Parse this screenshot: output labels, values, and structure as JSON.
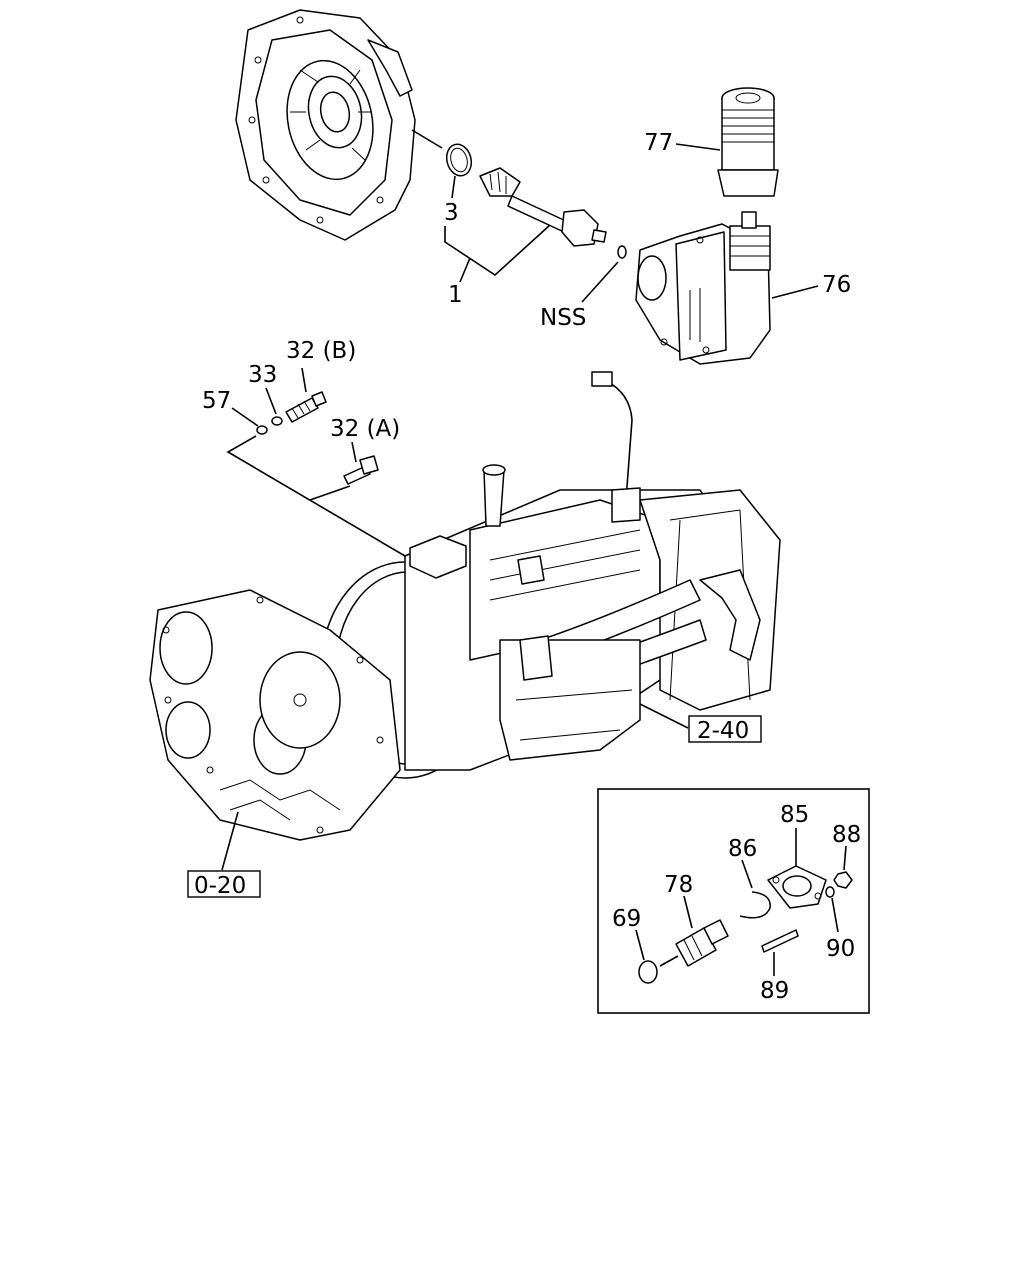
{
  "diagram": {
    "callouts": {
      "c77": "77",
      "c3": "3",
      "c1": "1",
      "cNSS": "NSS",
      "c76": "76",
      "c32b": "32 (B)",
      "c33": "33",
      "c57": "57",
      "c32a": "32 (A)",
      "c85": "85",
      "c86": "86",
      "c88": "88",
      "c78": "78",
      "c69": "69",
      "c90": "90",
      "c89": "89"
    },
    "references": {
      "r240": "2-40",
      "r020": "0-20"
    }
  }
}
